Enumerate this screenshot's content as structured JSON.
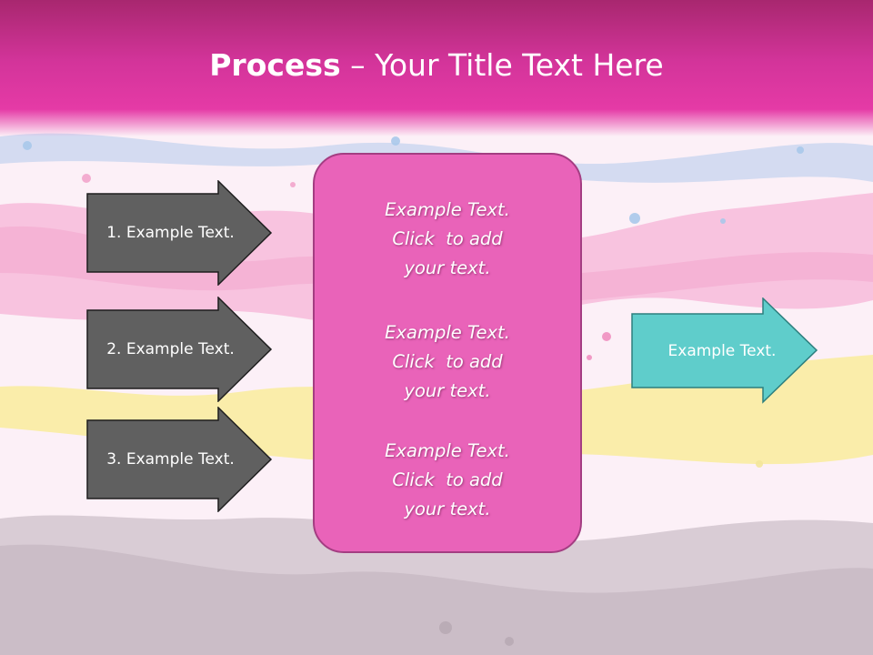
{
  "title": {
    "bold": "Process",
    "rest": " – Your Title Text Here"
  },
  "left_arrows": [
    {
      "label": "1. Example Text."
    },
    {
      "label": "2. Example Text."
    },
    {
      "label": "3. Example Text."
    }
  ],
  "center_box": {
    "blocks": [
      {
        "line1": "Example Text.",
        "line2": "Click  to add",
        "line3": "your text."
      },
      {
        "line1": "Example Text.",
        "line2": "Click  to add",
        "line3": "your text."
      },
      {
        "line1": "Example Text.",
        "line2": "Click  to add",
        "line3": "your text."
      }
    ]
  },
  "right_arrow": {
    "label": "Example Text."
  },
  "colors": {
    "title_bar": "#d3349a",
    "left_arrow_fill": "#606060",
    "center_box_fill": "#e963b9",
    "right_arrow_fill": "#5fcdcb"
  }
}
